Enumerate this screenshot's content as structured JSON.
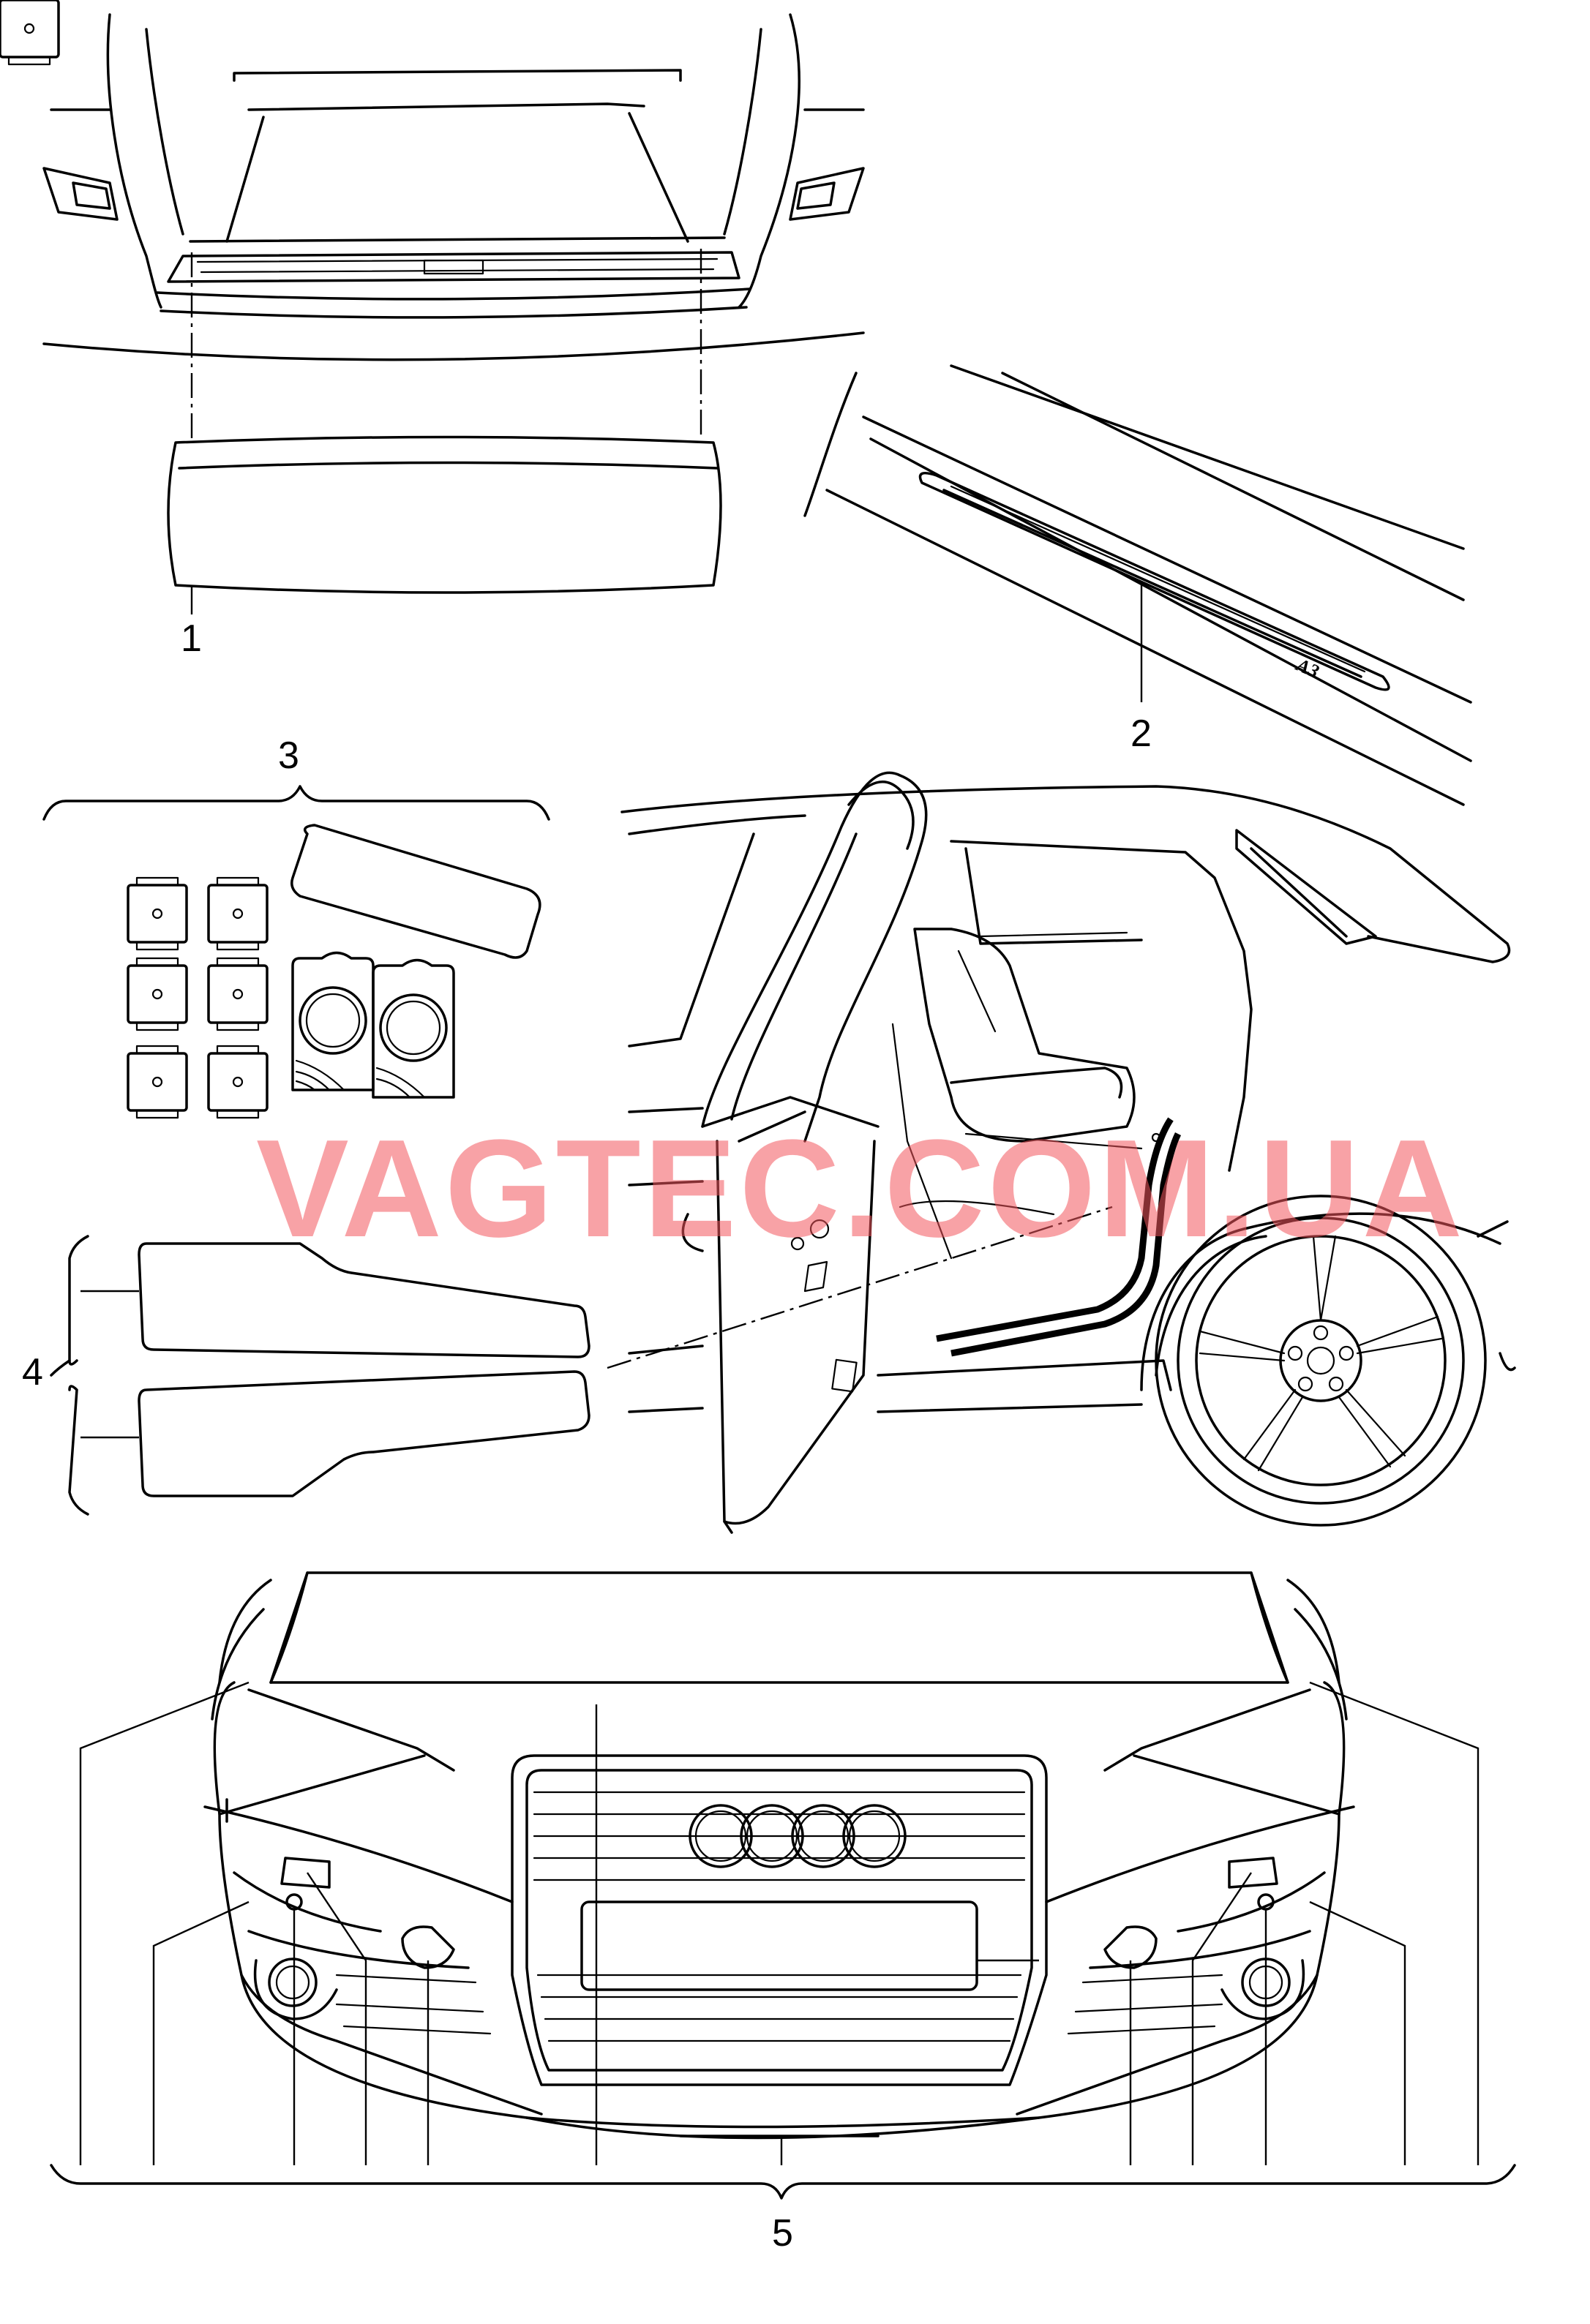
{
  "callouts": {
    "c1": "1",
    "c2": "2",
    "c3": "3",
    "c4": "4",
    "c5": "5"
  },
  "watermark": "VAGTEC.COM.UA",
  "sill_badge": "A3",
  "colors": {
    "line": "#000000",
    "watermark": "#f2555d",
    "background": "#ffffff"
  }
}
